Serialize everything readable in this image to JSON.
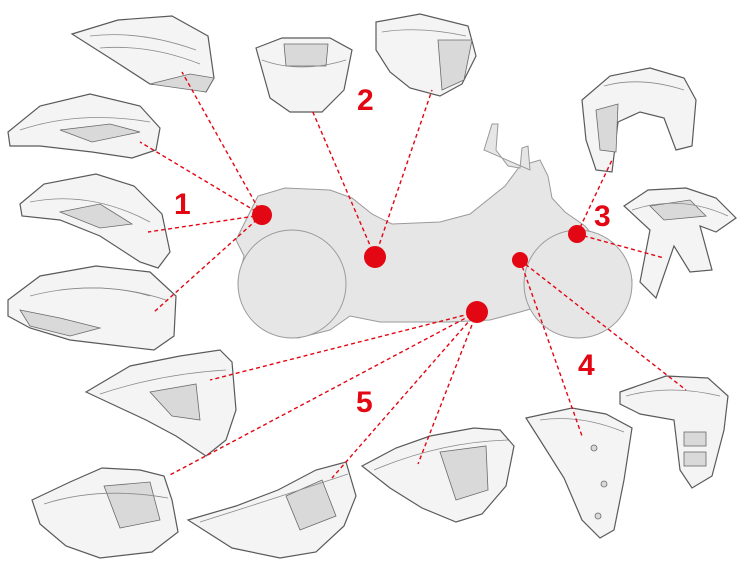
{
  "colors": {
    "marker": "#e30613",
    "silhouette_fill": "#e6e6e6",
    "silhouette_stroke": "#9a9a9a"
  },
  "groups": [
    {
      "id": "1",
      "label": "1"
    },
    {
      "id": "2",
      "label": "2"
    },
    {
      "id": "3",
      "label": "3"
    },
    {
      "id": "4",
      "label": "4"
    },
    {
      "id": "5",
      "label": "5"
    }
  ]
}
